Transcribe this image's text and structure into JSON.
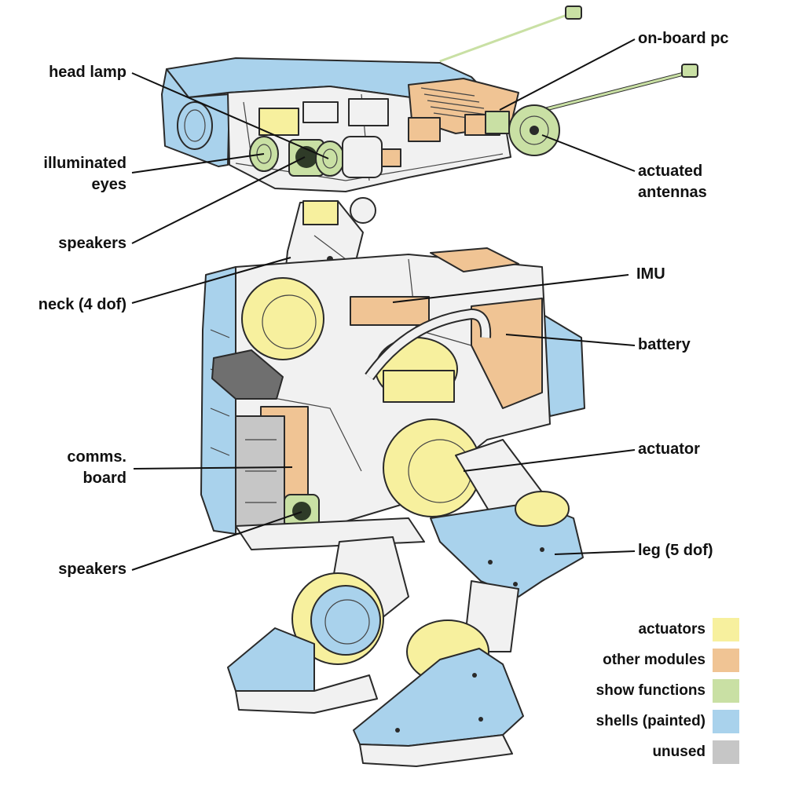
{
  "labels": {
    "head_lamp": "head lamp",
    "illuminated_eyes_1": "illuminated",
    "illuminated_eyes_2": "eyes",
    "speakers_head": "speakers",
    "neck": "neck (4 dof)",
    "comms_1": "comms.",
    "comms_2": "board",
    "speakers_body": "speakers",
    "onboard_pc": "on-board pc",
    "antennas_1": "actuated",
    "antennas_2": "antennas",
    "imu": "IMU",
    "battery": "battery",
    "actuator": "actuator",
    "leg": "leg (5 dof)"
  },
  "legend": [
    {
      "label": "actuators",
      "color": "#f7f09e"
    },
    {
      "label": "other modules",
      "color": "#f0c494"
    },
    {
      "label": "show functions",
      "color": "#c9e0a4"
    },
    {
      "label": "shells (painted)",
      "color": "#a9d2ec"
    },
    {
      "label": "unused",
      "color": "#c6c6c6"
    }
  ],
  "colors": {
    "actuator": "#f7f09e",
    "module": "#f0c494",
    "show": "#c9e0a4",
    "shell": "#a9d2ec",
    "unused": "#c6c6c6",
    "frame": "#f1f1f1",
    "line": "#2a2a2a"
  }
}
